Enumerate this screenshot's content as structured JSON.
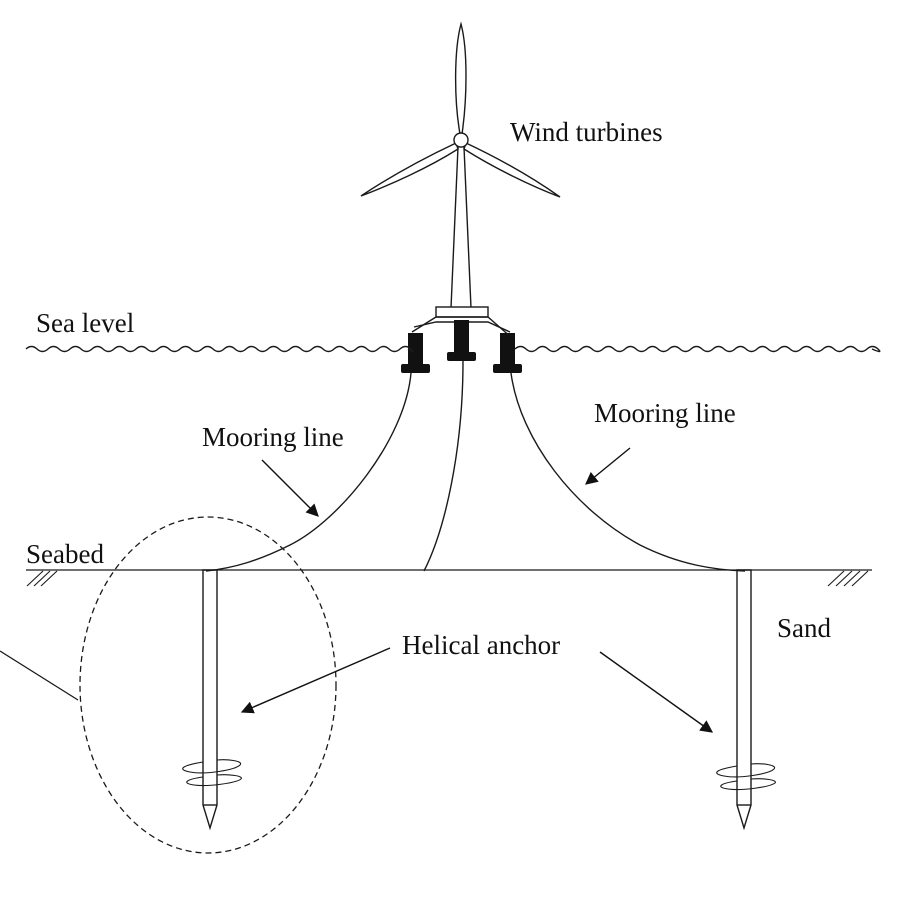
{
  "labels": {
    "wind_turbines": "Wind turbines",
    "sea_level": "Sea level",
    "mooring_line_left": "Mooring line",
    "mooring_line_right": "Mooring line",
    "seabed": "Seabed",
    "helical_anchor": "Helical anchor",
    "sand": "Sand"
  },
  "colors": {
    "stroke": "#1a1a1a",
    "fill_dark": "#111111",
    "background": "#ffffff"
  },
  "icons": {
    "rotor": "three-blade-rotor",
    "anchor": "helical-screw-pile",
    "seabed_marker": "ground-hatch"
  }
}
